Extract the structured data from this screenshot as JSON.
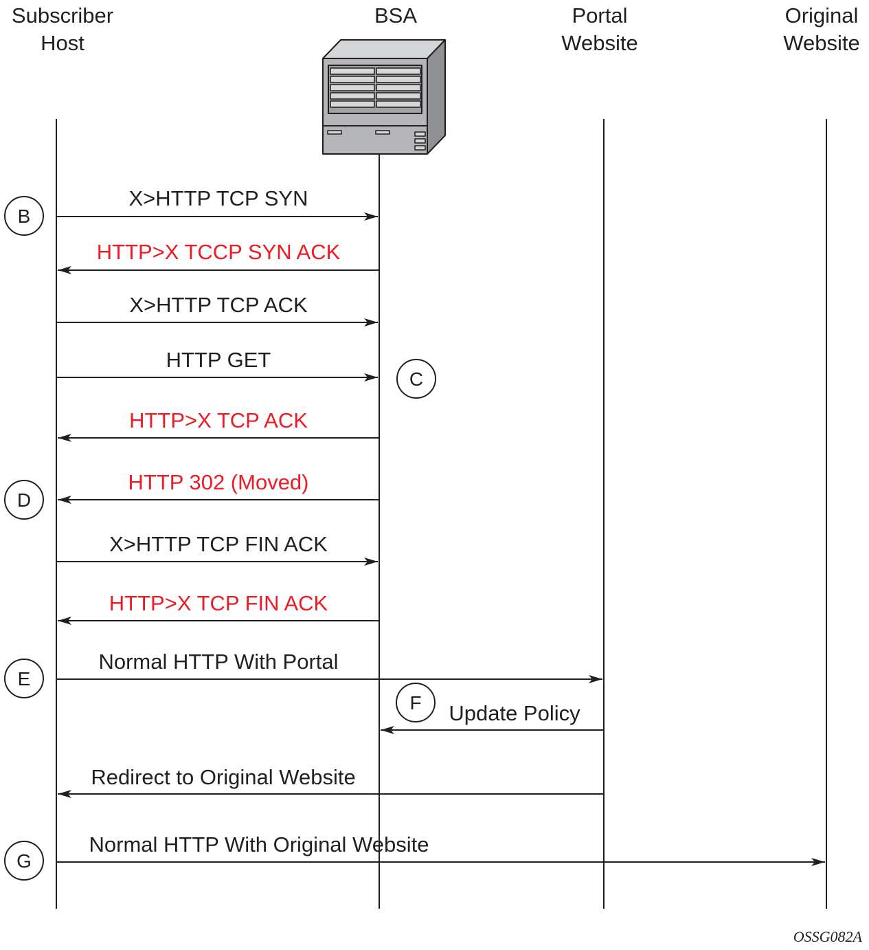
{
  "participants": [
    {
      "id": "host",
      "lines": [
        "Subscriber",
        "Host"
      ]
    },
    {
      "id": "bsa",
      "lines": [
        "BSA"
      ]
    },
    {
      "id": "portal",
      "lines": [
        "Portal",
        "Website"
      ]
    },
    {
      "id": "original",
      "lines": [
        "Original",
        "Website"
      ]
    }
  ],
  "messages": [
    {
      "label": "X>HTTP TCP SYN",
      "from": "host",
      "to": "bsa",
      "color": "#231f20"
    },
    {
      "label": "HTTP>X TCCP SYN ACK",
      "from": "bsa",
      "to": "host",
      "color": "#ed1c24"
    },
    {
      "label": "X>HTTP TCP ACK",
      "from": "host",
      "to": "bsa",
      "color": "#231f20"
    },
    {
      "label": "HTTP GET",
      "from": "host",
      "to": "bsa",
      "color": "#231f20"
    },
    {
      "label": "HTTP>X TCP ACK",
      "from": "bsa",
      "to": "host",
      "color": "#ed1c24"
    },
    {
      "label": "HTTP 302 (Moved)",
      "from": "bsa",
      "to": "host",
      "color": "#ed1c24"
    },
    {
      "label": "X>HTTP TCP FIN ACK",
      "from": "host",
      "to": "bsa",
      "color": "#231f20"
    },
    {
      "label": "HTTP>X TCP FIN ACK",
      "from": "bsa",
      "to": "host",
      "color": "#ed1c24"
    },
    {
      "label": "Normal HTTP With Portal",
      "from": "host",
      "to": "portal",
      "color": "#231f20"
    },
    {
      "label": "Update Policy",
      "from": "portal",
      "to": "bsa",
      "color": "#231f20"
    },
    {
      "label": "Redirect to Original Website",
      "from": "portal",
      "to": "host",
      "color": "#231f20"
    },
    {
      "label": "Normal HTTP With Original Website",
      "from": "host",
      "to": "original",
      "color": "#231f20"
    }
  ],
  "markers": [
    "B",
    "C",
    "D",
    "E",
    "F",
    "G"
  ],
  "figure_id": "OSSG082A",
  "colors": {
    "line": "#231f20",
    "highlight": "#ed1c24",
    "device_fill": "#b4b6b9"
  }
}
